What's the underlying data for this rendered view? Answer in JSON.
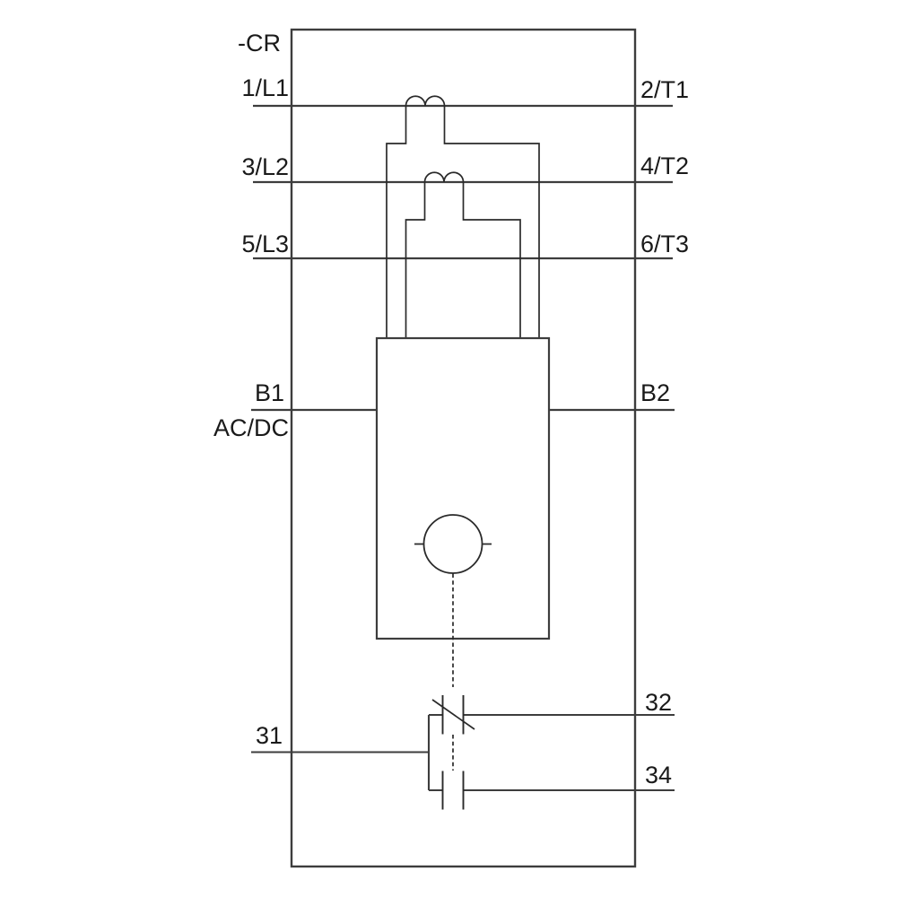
{
  "diagram": {
    "kind": "electrical-schematic",
    "colors": {
      "background": "#ffffff",
      "line": "#3d3d3d",
      "symbol_line": "#2a2a2a",
      "text": "#1a1a1a"
    },
    "labels": {
      "device": "-CR",
      "l1": "1/L1",
      "l2": "3/L2",
      "l3": "5/L3",
      "t1": "2/T1",
      "t2": "4/T2",
      "t3": "6/T3",
      "b1": "B1",
      "b2": "B2",
      "supply": "AC/DC",
      "aux_common": "31",
      "aux_nc": "32",
      "aux_no": "34"
    },
    "symbols": [
      "enclosure-frame",
      "power-line-l1-t1",
      "power-line-l2-t2",
      "power-line-l3-t3",
      "transformer-loop-phase1",
      "transformer-loop-phase2",
      "device-body-box",
      "supply-wire-b1",
      "supply-wire-b2",
      "actuator-circle",
      "mechanical-link-dashed",
      "changeover-contact-nc-31-32",
      "changeover-contact-no-31-34"
    ]
  }
}
